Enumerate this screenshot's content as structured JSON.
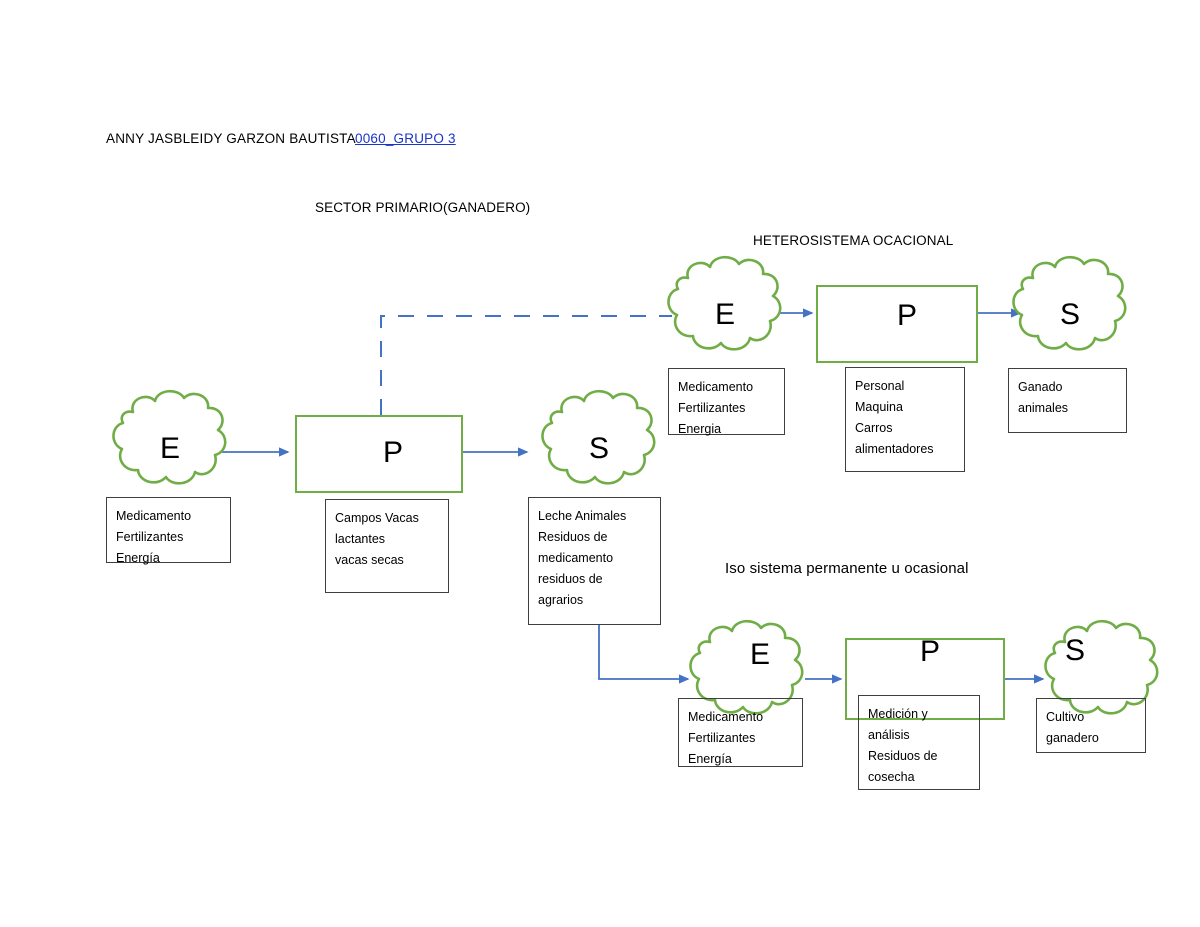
{
  "header": {
    "author": "ANNY JASBLEIDY GARZON BAUTISTA",
    "link": "0060_GRUPO 3",
    "link_color": "#1a35c8"
  },
  "titles": {
    "primario": "SECTOR PRIMARIO(GANADERO)",
    "heterosistema": "HETEROSISTEMA OCACIONAL",
    "iso": "Iso sistema permanente u ocasional"
  },
  "palette": {
    "process_green": "#70AD47",
    "arrow_blue": "#4472C4",
    "box_outline": "#3f3f3f",
    "text": "#000000"
  },
  "nodes": {
    "main_e": {
      "letter": "E",
      "shape": "cloud",
      "lines": [
        "Medicamento",
        "Fertilizantes",
        "Energía"
      ]
    },
    "main_p": {
      "letter": "P",
      "shape": "rect",
      "lines": [
        "Campos  Vacas",
        "lactantes",
        "vacas secas"
      ]
    },
    "main_s": {
      "letter": "S",
      "shape": "cloud",
      "lines": [
        "Leche Animales",
        "Residuos de",
        "medicamento",
        "residuos de",
        "agrarios"
      ]
    },
    "top_e": {
      "letter": "E",
      "shape": "cloud",
      "lines": [
        "Medicamento",
        "Fertilizantes",
        "Energia"
      ]
    },
    "top_p": {
      "letter": "P",
      "shape": "rect",
      "lines": [
        "Personal",
        "Maquina",
        "Carros",
        "alimentadores"
      ]
    },
    "top_s": {
      "letter": "S",
      "shape": "cloud",
      "lines": [
        "Ganado",
        "animales"
      ]
    },
    "bottom_e": {
      "letter": "E",
      "shape": "cloud",
      "lines": [
        "Medicamento",
        "Fertilizantes",
        "Energía"
      ]
    },
    "bottom_p": {
      "letter": "P",
      "shape": "rect",
      "lines": [
        "Medición y",
        "análisis",
        "Residuos de",
        "cosecha"
      ]
    },
    "bottom_s": {
      "letter": "S",
      "shape": "cloud",
      "lines": [
        "Cultivo",
        "ganadero"
      ]
    }
  },
  "connectors": [
    {
      "name": "main-e-to-p",
      "style": "solid-arrow"
    },
    {
      "name": "main-p-to-s",
      "style": "solid-arrow"
    },
    {
      "name": "main-p-feedback-to-top-e",
      "style": "dashed"
    },
    {
      "name": "top-e-to-top-p",
      "style": "solid-arrow"
    },
    {
      "name": "top-p-to-top-s",
      "style": "solid-arrow"
    },
    {
      "name": "main-s-to-bottom-e",
      "style": "solid-arrow"
    },
    {
      "name": "bottom-e-to-bottom-p",
      "style": "solid-arrow"
    },
    {
      "name": "bottom-p-to-bottom-s",
      "style": "solid-arrow"
    }
  ]
}
